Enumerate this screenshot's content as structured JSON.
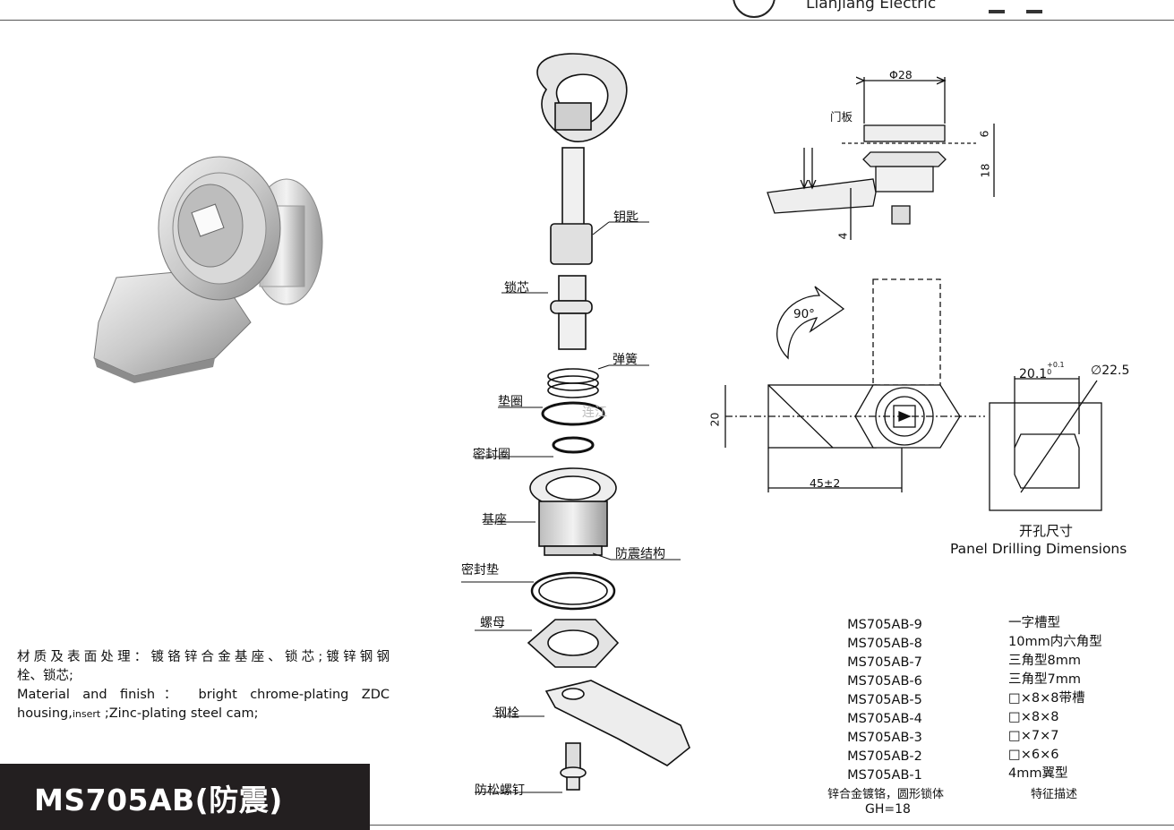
{
  "header": {
    "brand": "Lianjiang Electric"
  },
  "explode_labels": {
    "key": "钥匙",
    "cylinder": "锁芯",
    "spring": "弹簧",
    "washer": "垫圈",
    "seal_ring": "密封圈",
    "base": "基座",
    "anti_shock": "防震结构",
    "seal_gasket": "密封垫",
    "nut": "螺母",
    "cam": "钢栓",
    "locking_screw": "防松螺钉",
    "watermark": "连江"
  },
  "material": {
    "cn_line1": "材质及表面处理：镀铬锌合金基座、锁芯;镀锌钢钢",
    "cn_line2": "栓、锁芯;",
    "en_line1": "Material  and  finish：  bright  chrome-plating  ZDC",
    "en_line2_a": "housing,",
    "en_line2_small": "insert",
    "en_line2_b": " ;Zinc-plating steel cam;"
  },
  "title": "MS705AB(防震)",
  "dimensions": {
    "phi28": "Φ28",
    "door_panel": "门板",
    "d6": "6",
    "d18": "18",
    "d4": "4",
    "angle": "90°",
    "d20": "20",
    "d45": "45±2",
    "d20_1": "20.1",
    "tol_upper": "+0.1",
    "tol_lower": "0",
    "phi22_5": "22.5",
    "drill_cn": "开孔尺寸",
    "drill_en": "Panel Drilling Dimensions"
  },
  "models": [
    "MS705AB-9",
    "MS705AB-8",
    "MS705AB-7",
    "MS705AB-6",
    "MS705AB-5",
    "MS705AB-4",
    "MS705AB-3",
    "MS705AB-2",
    "MS705AB-1"
  ],
  "features": [
    "一字槽型",
    "10mm内六角型",
    "三角型8mm",
    "三角型7mm",
    "□×8×8带槽",
    "□×8×8",
    "□×7×7",
    "□×6×6",
    "4mm翼型"
  ],
  "captions": {
    "finish": "锌合金镀铬，圆形锁体",
    "gh": "GH=18",
    "feature_desc": "特征描述"
  }
}
